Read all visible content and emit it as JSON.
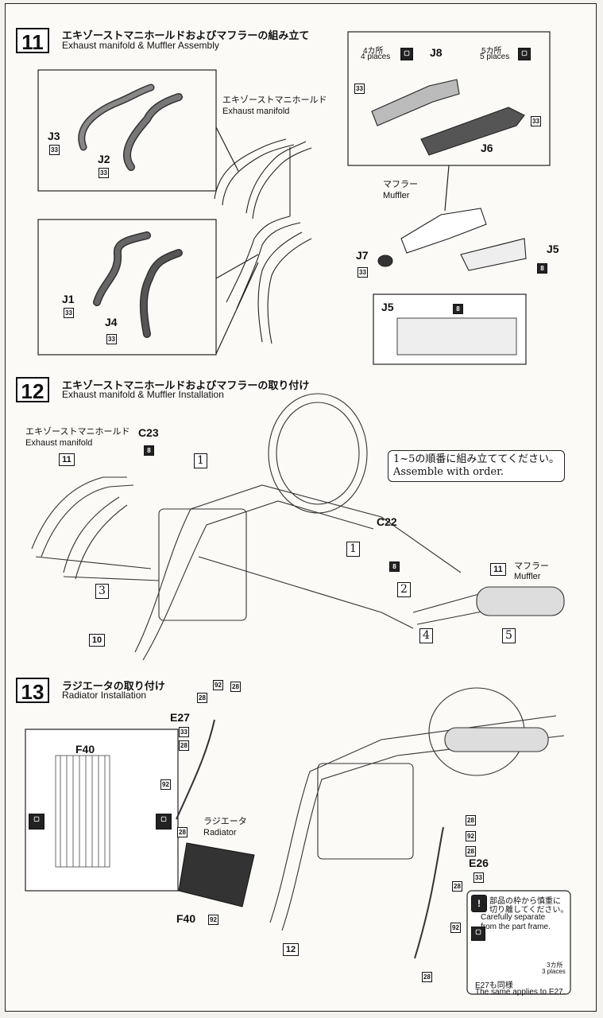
{
  "step11": {
    "number": "11",
    "title_ja": "エキゾーストマニホールドおよびマフラーの組み立て",
    "title_en": "Exhaust manifold & Muffler Assembly",
    "manifold_ja": "エキゾーストマニホールド",
    "manifold_en": "Exhaust manifold",
    "muffler_ja": "マフラー",
    "muffler_en": "Muffler",
    "parts": {
      "j1": "J1",
      "j2": "J2",
      "j3": "J3",
      "j4": "J4",
      "j5": "J5",
      "j5b": "J5",
      "j6": "J6",
      "j7": "J7",
      "j8": "J8"
    },
    "color_code_33": "33",
    "color_code_8": "8",
    "places4_ja": "4カ所",
    "places4_en": "4 places",
    "places5_ja": "5カ所",
    "places5_en": "5 places"
  },
  "step12": {
    "number": "12",
    "title_ja": "エキゾーストマニホールドおよびマフラーの取り付け",
    "title_en": "Exhaust manifold & Muffler Installation",
    "manifold_ja": "エキゾーストマニホールド",
    "manifold_en": "Exhaust manifold",
    "muffler_ja": "マフラー",
    "muffler_en": "Muffler",
    "ref_11a": "11",
    "ref_11b": "11",
    "ref_10": "10",
    "c23": "C23",
    "c22": "C22",
    "code_8": "8",
    "note_ja": "1~5の順番に組み立ててください。",
    "note_en": "Assemble with order.",
    "orders": [
      "1",
      "1",
      "2",
      "3",
      "4",
      "5"
    ]
  },
  "step13": {
    "number": "13",
    "title_ja": "ラジエータの取り付け",
    "title_en": "Radiator Installation",
    "f40": "F40",
    "f40b": "F40",
    "e27": "E27",
    "e26": "E26",
    "radiator_ja": "ラジエータ",
    "radiator_en": "Radiator",
    "codes": {
      "c92": "92",
      "c28": "28",
      "c33": "33"
    },
    "ref_12": "12",
    "caution_ja": "部品の枠から慎重に切り離してください。",
    "caution_ja_1": "部品の枠から慎重に",
    "caution_ja_2": "切り離してください。",
    "caution_en_1": "Carefully separate",
    "caution_en_2": "from the part frame.",
    "places3_ja": "3カ所",
    "places3_en": "3 places",
    "same_ja": "E27も同様",
    "same_en": "The same applies to E27."
  }
}
